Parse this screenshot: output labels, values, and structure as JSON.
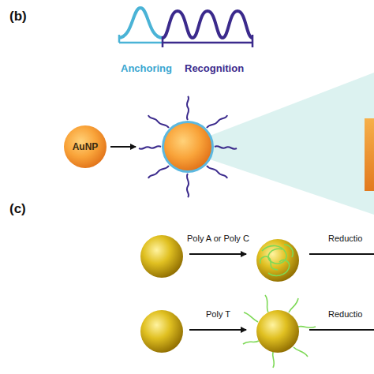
{
  "diagram": {
    "nodes": [
      {
        "text": [
          "AuNP"
        ]
      }
    ],
    "labels": [
      "(b)",
      "Anchoring",
      "Recognition",
      "(c)",
      "Poly A or Poly C",
      "Reductio",
      "Poly T",
      "Reductio"
    ]
  }
}
